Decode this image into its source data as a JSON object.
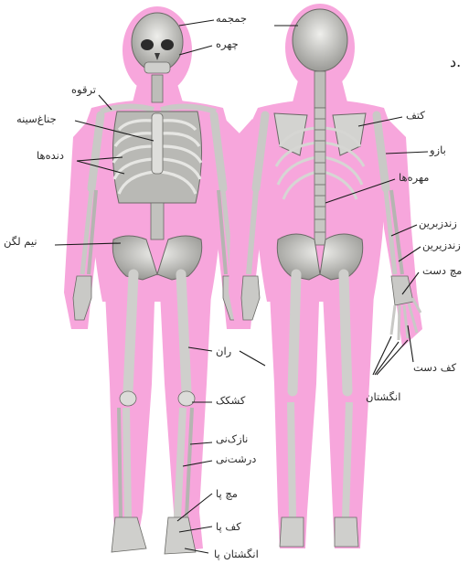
{
  "heading_fragment": "د.",
  "labels": {
    "skull": "جمجمه",
    "face": "چهره",
    "collarbone": "ترقوه",
    "sternum": "جناغ‌سینه",
    "ribs": "دنده‌ها",
    "pelvis": "نیم لگن",
    "femur": "ران",
    "kneecap": "کشکک",
    "fibula": "نازک‌نی",
    "tibia": "درشت‌نی",
    "ankle": "مچ پا",
    "foot": "کف پا",
    "toes": "انگشتان پا",
    "shoulder_blade": "کتف",
    "humerus": "بازو",
    "vertebrae": "مهره‌ها",
    "ulna": "زندزیرین",
    "radius": "زندزبرین",
    "wrist": "مچ دست",
    "palm": "کف دست",
    "fingers": "انگشتان"
  },
  "colors": {
    "body": "#f7a6dc",
    "bone": "#d9d9d6",
    "bone_dark": "#8c8c88",
    "line": "#1a1a1a"
  }
}
